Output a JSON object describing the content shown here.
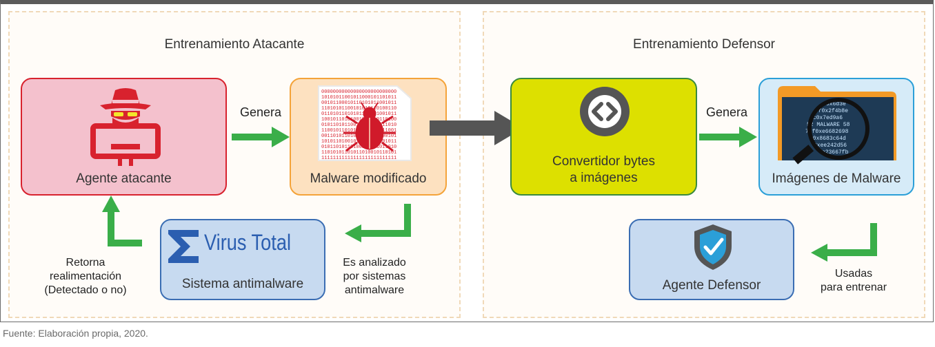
{
  "attacker": {
    "title": "Entrenamiento Atacante",
    "agent_label": "Agente atacante",
    "malware_label": "Malware modificado",
    "generates": "Genera",
    "analyzed": [
      "Es analizado",
      "por sistemas",
      "antimalware"
    ],
    "feedback": [
      "Retorna",
      "realimentación",
      "(Detectado o no)"
    ],
    "virus_total_brand": "Virus Total",
    "antimalware_label": "Sistema antimalware"
  },
  "defender": {
    "title": "Entrenamiento Defensor",
    "converter_label": [
      "Convertidor bytes",
      "a imágenes"
    ],
    "generates": "Genera",
    "images_label": "Imágenes de Malware",
    "used": [
      "Usadas",
      "para entrenar"
    ],
    "agent_label": "Agente Defensor"
  },
  "folder_text": [
    "0x6d3e",
    "ff0x2f4b8e",
    "ac0x7ed9a6",
    "52 MALWARE 58",
    "76f0xe6682698",
    "a0x8683c64d",
    "0xee242d56",
    "e23667fb"
  ],
  "source": "Fuente: Elaboración propia, 2020.",
  "colors": {
    "green_arrow": "#3aae49",
    "attacker_red": "#d8222e",
    "attacker_fill": "#f4c1cd",
    "malware_fill": "#fde1c0",
    "converter_fill": "#dde000",
    "images_fill": "#d6ebf8",
    "antimalware_fill": "#c7daf0",
    "bug_red": "#d01a2a"
  }
}
